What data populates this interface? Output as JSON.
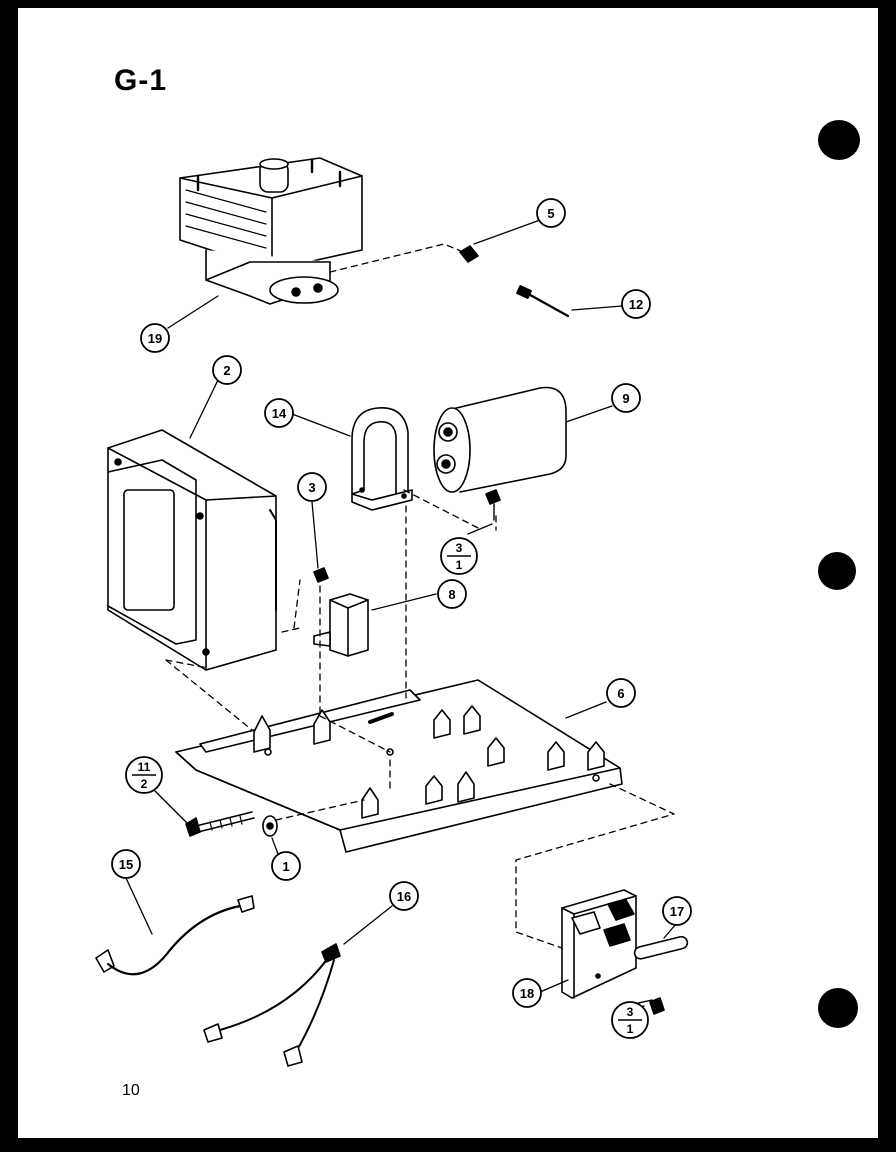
{
  "title": "G-1",
  "page_number": "10",
  "callouts": [
    {
      "id": "c19",
      "label": "19"
    },
    {
      "id": "c5",
      "label": "5"
    },
    {
      "id": "c12",
      "label": "12"
    },
    {
      "id": "c2",
      "label": "2"
    },
    {
      "id": "c14",
      "label": "14"
    },
    {
      "id": "c9",
      "label": "9"
    },
    {
      "id": "c3",
      "label": "3"
    },
    {
      "id": "c8",
      "label": "8"
    },
    {
      "id": "c6",
      "label": "6"
    },
    {
      "id": "c1",
      "label": "1"
    },
    {
      "id": "c15",
      "label": "15"
    },
    {
      "id": "c16",
      "label": "16"
    },
    {
      "id": "c17",
      "label": "17"
    },
    {
      "id": "c18",
      "label": "18"
    }
  ],
  "fraction_callouts": [
    {
      "id": "f31a",
      "top": "3",
      "bottom": "1"
    },
    {
      "id": "f112",
      "top": "11",
      "bottom": "2"
    },
    {
      "id": "f31b",
      "top": "3",
      "bottom": "1"
    }
  ]
}
